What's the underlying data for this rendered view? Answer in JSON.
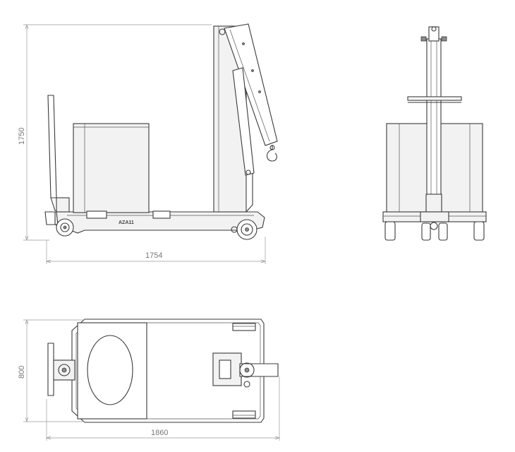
{
  "dimensions": {
    "side_height": "1750",
    "side_length": "1754",
    "top_width": "800",
    "top_length": "1860"
  },
  "labels": {
    "logo_text": "AZA11"
  },
  "colors": {
    "line": "#3a3a3a",
    "body_fill": "#f2f2f2",
    "dimension": "#9a9a9a"
  }
}
